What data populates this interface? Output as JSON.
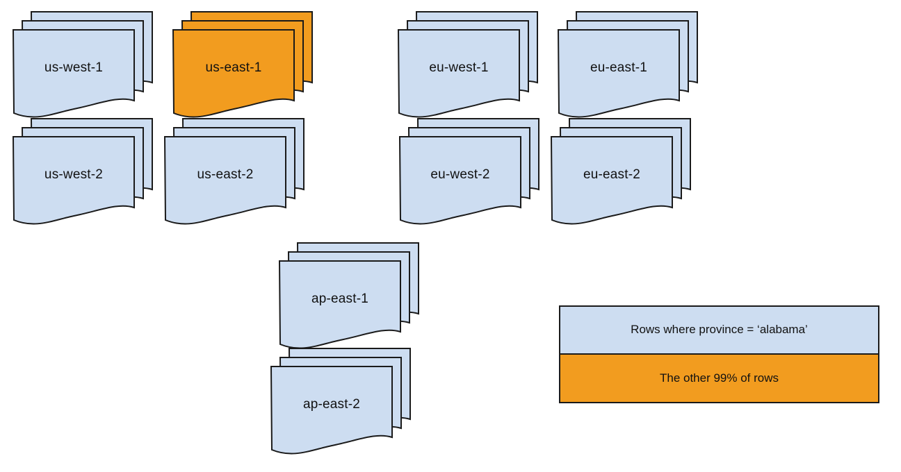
{
  "palette": {
    "region_fill": "#cdddf1",
    "highlight_fill": "#f29c1f",
    "stroke": "#1a1a1a"
  },
  "stacks": [
    {
      "label": "us-west-1",
      "highlighted": false
    },
    {
      "label": "us-east-1",
      "highlighted": true
    },
    {
      "label": "eu-west-1",
      "highlighted": false
    },
    {
      "label": "eu-east-1",
      "highlighted": false
    },
    {
      "label": "us-west-2",
      "highlighted": false
    },
    {
      "label": "us-east-2",
      "highlighted": false
    },
    {
      "label": "eu-west-2",
      "highlighted": false
    },
    {
      "label": "eu-east-2",
      "highlighted": false
    },
    {
      "label": "ap-east-1",
      "highlighted": false
    },
    {
      "label": "ap-east-2",
      "highlighted": false
    }
  ],
  "legend": {
    "items": [
      {
        "label": "Rows where province = ‘alabama’",
        "color": "#cdddf1"
      },
      {
        "label": "The other 99% of rows",
        "color": "#f29c1f"
      }
    ]
  }
}
